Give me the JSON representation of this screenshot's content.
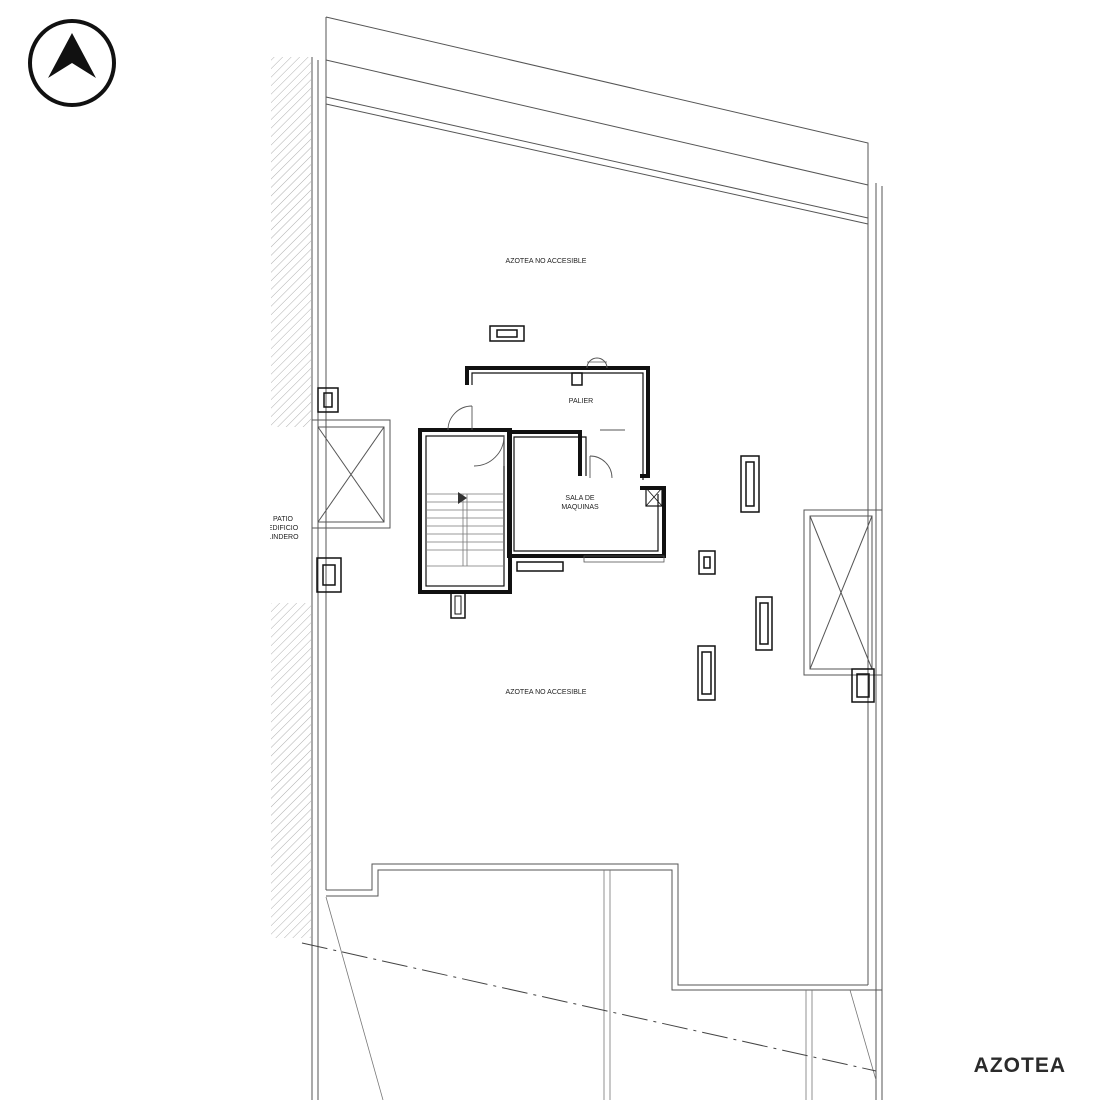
{
  "plan": {
    "sheet_title": "AZOTEA",
    "rooms": {
      "roof_top": "AZOTEA NO ACCESIBLE",
      "roof_bottom": "AZOTEA NO ACCESIBLE",
      "landing": "PALIER",
      "machine_room_line1": "SALA DE",
      "machine_room_line2": "MAQUINAS"
    },
    "neighbor_note": {
      "line1": "PATIO",
      "line2": "EDIFICIO",
      "line3": "LINDERO"
    },
    "north_arrow": {
      "icon": "north-arrow-icon",
      "direction": "N"
    },
    "colors": {
      "wall": "#111111",
      "line": "#555555",
      "hatch": "#9a9a9a"
    }
  }
}
